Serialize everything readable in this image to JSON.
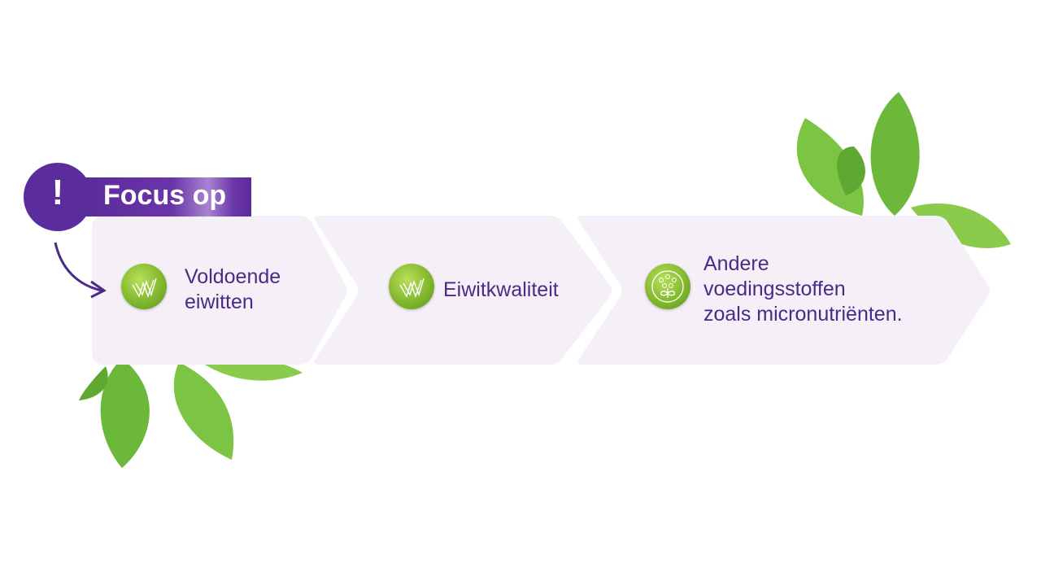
{
  "badge": {
    "symbol": "!",
    "label": "Focus op"
  },
  "steps": [
    {
      "icon": "protein-strand-icon",
      "label_lines": [
        "Voldoende",
        "eiwitten"
      ]
    },
    {
      "icon": "protein-strand-icon",
      "label_lines": [
        "Eiwitkwaliteit"
      ]
    },
    {
      "icon": "plant-molecule-icon",
      "label_lines": [
        "Andere",
        "voedingsstoffen",
        "zoals micronutriënten."
      ]
    }
  ],
  "colors": {
    "accent": "#5b2c9b",
    "text": "#4a2a86",
    "step_bg": "#f5eff8",
    "icon_green": "#7db52a"
  }
}
